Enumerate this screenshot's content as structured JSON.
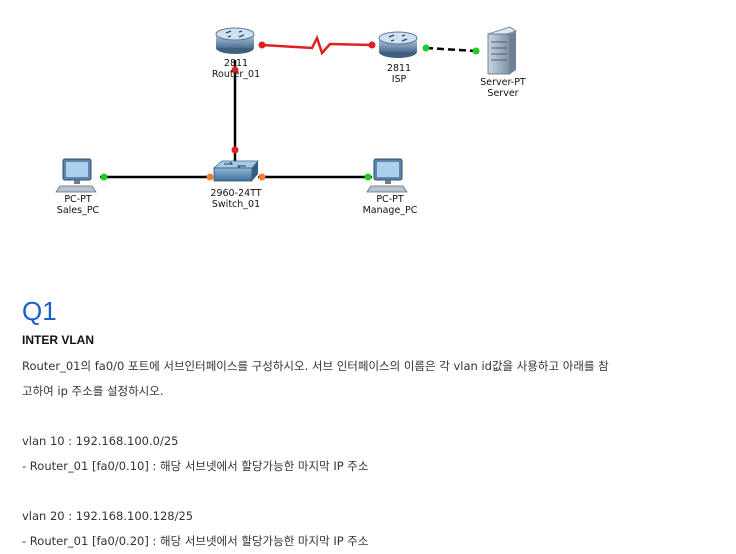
{
  "devices": {
    "router": {
      "model": "2811",
      "name": "Router_01"
    },
    "isp": {
      "model": "2811",
      "name": "ISP"
    },
    "server": {
      "model": "Server-PT",
      "name": "Server"
    },
    "sales_pc": {
      "model": "PC-PT",
      "name": "Sales_PC"
    },
    "switch": {
      "model": "2960-24TT",
      "name": "Switch_01"
    },
    "manage_pc": {
      "model": "PC-PT",
      "name": "Manage_PC"
    }
  },
  "colors": {
    "serial_link": "#e02020",
    "ethernet_link": "#000000",
    "port_up": "#22cc22",
    "port_down": "#e02020",
    "port_blocking": "#f08030",
    "title": "#1a5fc8"
  },
  "question": {
    "title": "Q1",
    "subtitle": "INTER VLAN",
    "line1": "Router_01의 fa0/0 포트에 서브인터페이스를 구성하시오. 서브 인터페이스의 이름은 각 vlan id값을 사용하고 아래를 참",
    "line2": "고하여 ip 주소를 설정하시오.",
    "vlan10": "vlan 10 : 192.168.100.0/25",
    "vlan10_detail": "- Router_01 [fa0/0.10] : 해당 서브넷에서 할당가능한  마지막 IP  주소",
    "vlan20": "vlan 20 : 192.168.100.128/25",
    "vlan20_detail": "- Router_01 [fa0/0.20] : 해당 서브넷에서 할당가능한 마지막 IP 주소"
  }
}
